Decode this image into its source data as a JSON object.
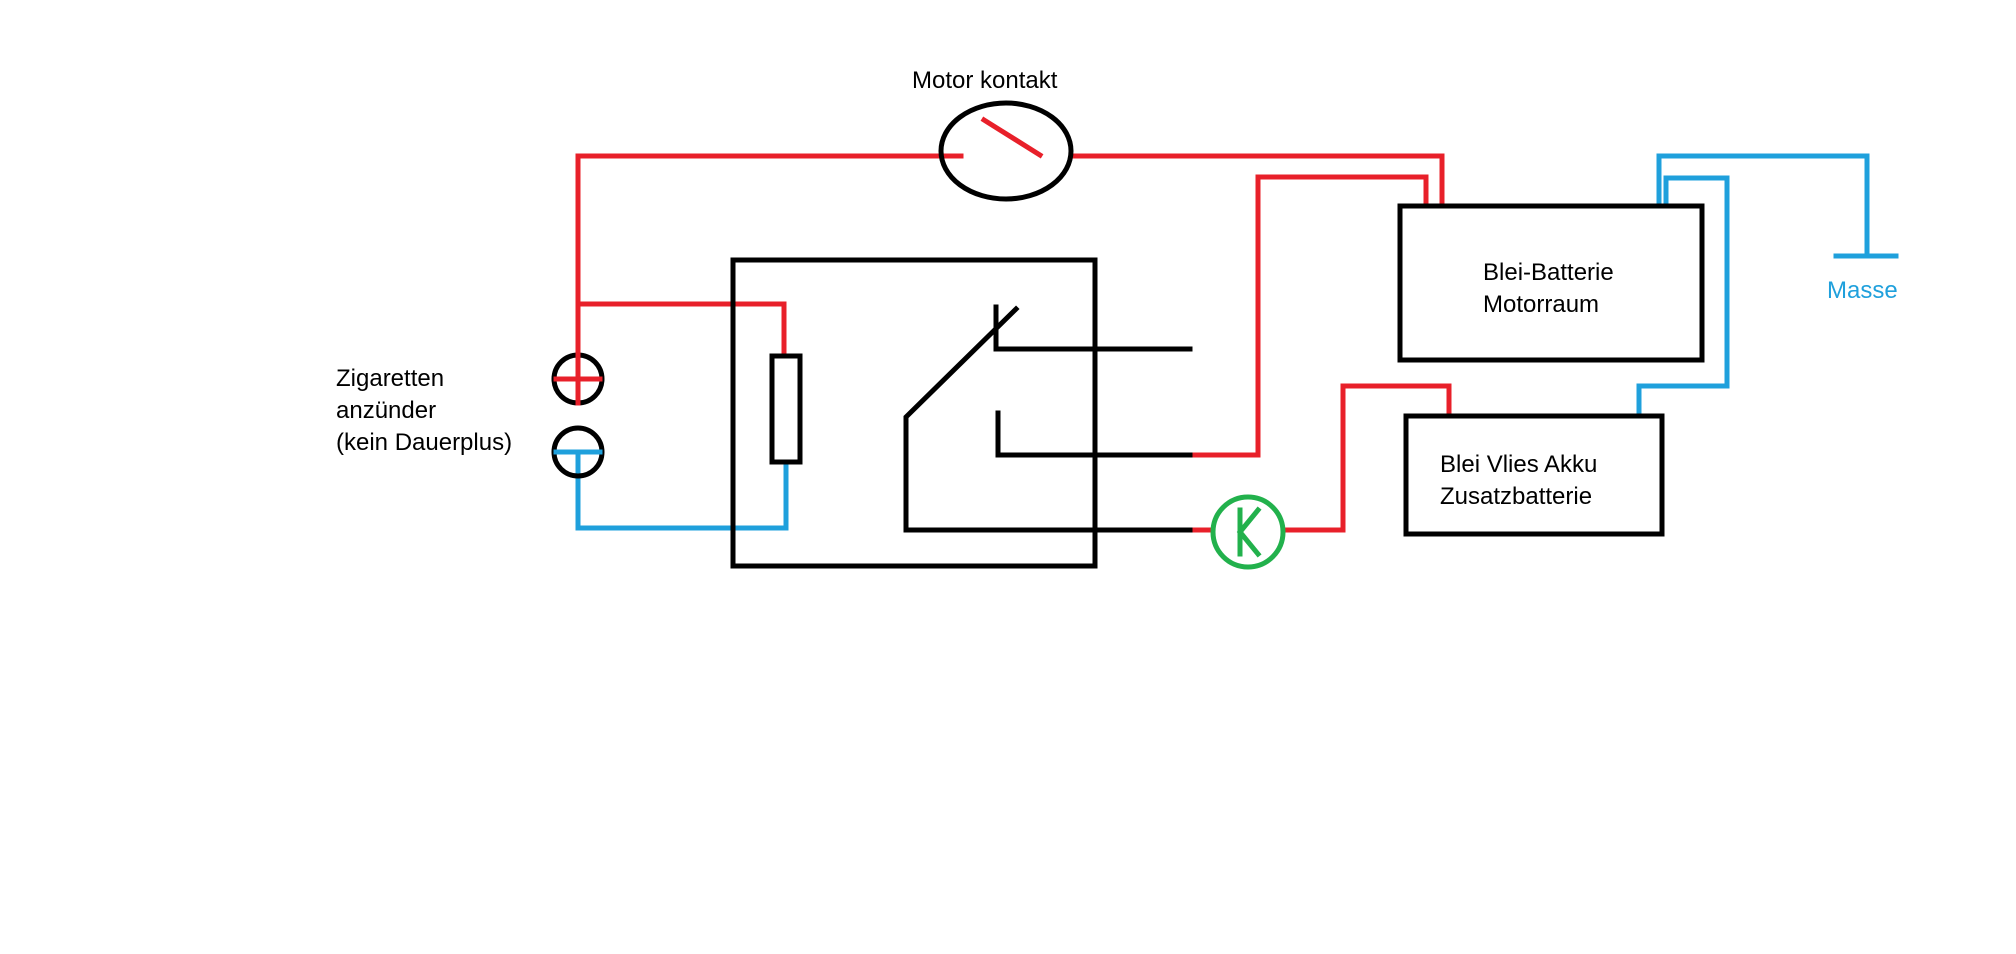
{
  "labels": {
    "motor_contact": "Motor kontakt",
    "cigarette_lighter": [
      "Zigaretten",
      "anzünder",
      "(kein Dauerplus)"
    ],
    "lead_battery": [
      "Blei-Batterie",
      "Motorraum"
    ],
    "agm_battery": [
      "Blei Vlies Akku",
      "Zusatzbatterie"
    ],
    "ground": "Masse"
  },
  "colors": {
    "positive_wire": "#e8202a",
    "negative_wire": "#1fa0dc",
    "relay_body": "#000000",
    "diode": "#22b14c"
  },
  "icons": {
    "motor_contact": "switch-icon",
    "lighter_plus": "plus-terminal-icon",
    "lighter_minus": "minus-terminal-icon",
    "relay_coil": "resistor-icon",
    "diode": "diode-icon",
    "ground": "ground-icon"
  }
}
